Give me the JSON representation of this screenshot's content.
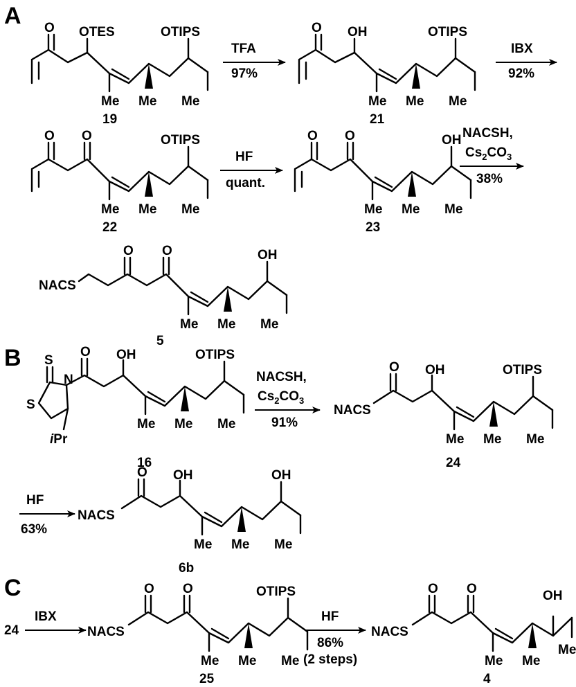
{
  "panels": [
    "A",
    "B",
    "C"
  ],
  "labels": {
    "OTES": "OTES",
    "OTIPS": "OTIPS",
    "OH": "OH",
    "O": "O",
    "Me": "Me",
    "NACS": "NACS",
    "S": "S",
    "N": "N",
    "iPr_i": "i",
    "iPr_Pr": "Pr"
  },
  "compounds": {
    "c19": "19",
    "c21": "21",
    "c22": "22",
    "c23": "23",
    "c5": "5",
    "c16": "16",
    "c24": "24",
    "c6b": "6b",
    "c25": "25",
    "c4": "4",
    "start24": "24"
  },
  "conditions": {
    "tfa": {
      "reagent": "TFA",
      "yield": "97%"
    },
    "ibx1": {
      "reagent": "IBX",
      "yield": "92%"
    },
    "hf1": {
      "reagent": "HF",
      "yield": "quant."
    },
    "nacsh1": {
      "reagent1": "NACSH,",
      "reagent2": "Cs",
      "sub2": "2",
      "mid": "CO",
      "sub3": "3",
      "yield": "38%"
    },
    "nacsh2": {
      "reagent1": "NACSH,",
      "reagent2": "Cs",
      "sub2": "2",
      "mid": "CO",
      "sub3": "3",
      "yield": "91%"
    },
    "hf2": {
      "reagent": "HF",
      "yield": "63%"
    },
    "ibx2": {
      "reagent": "IBX"
    },
    "hf3": {
      "reagent": "HF",
      "yield": "86%",
      "note": "(2 steps)"
    }
  }
}
